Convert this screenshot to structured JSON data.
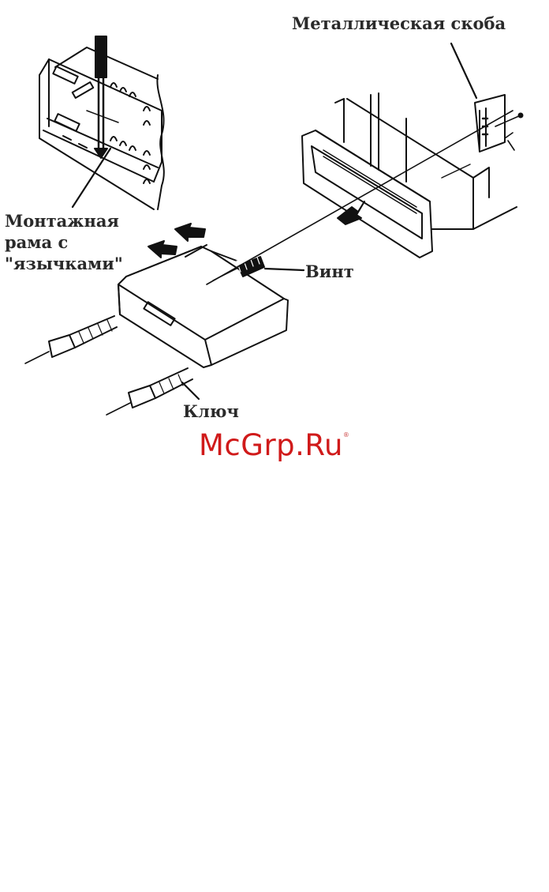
{
  "labels": {
    "bracket": "Металлическая скоба",
    "frame_line1": "Монтажная",
    "frame_line2": "рама с",
    "frame_line3": "\"язычками\"",
    "screw": "Винт",
    "key": "Ключ"
  },
  "watermark": {
    "text": "McGrp.Ru",
    "mark": "®",
    "color": "#d01a1a"
  }
}
